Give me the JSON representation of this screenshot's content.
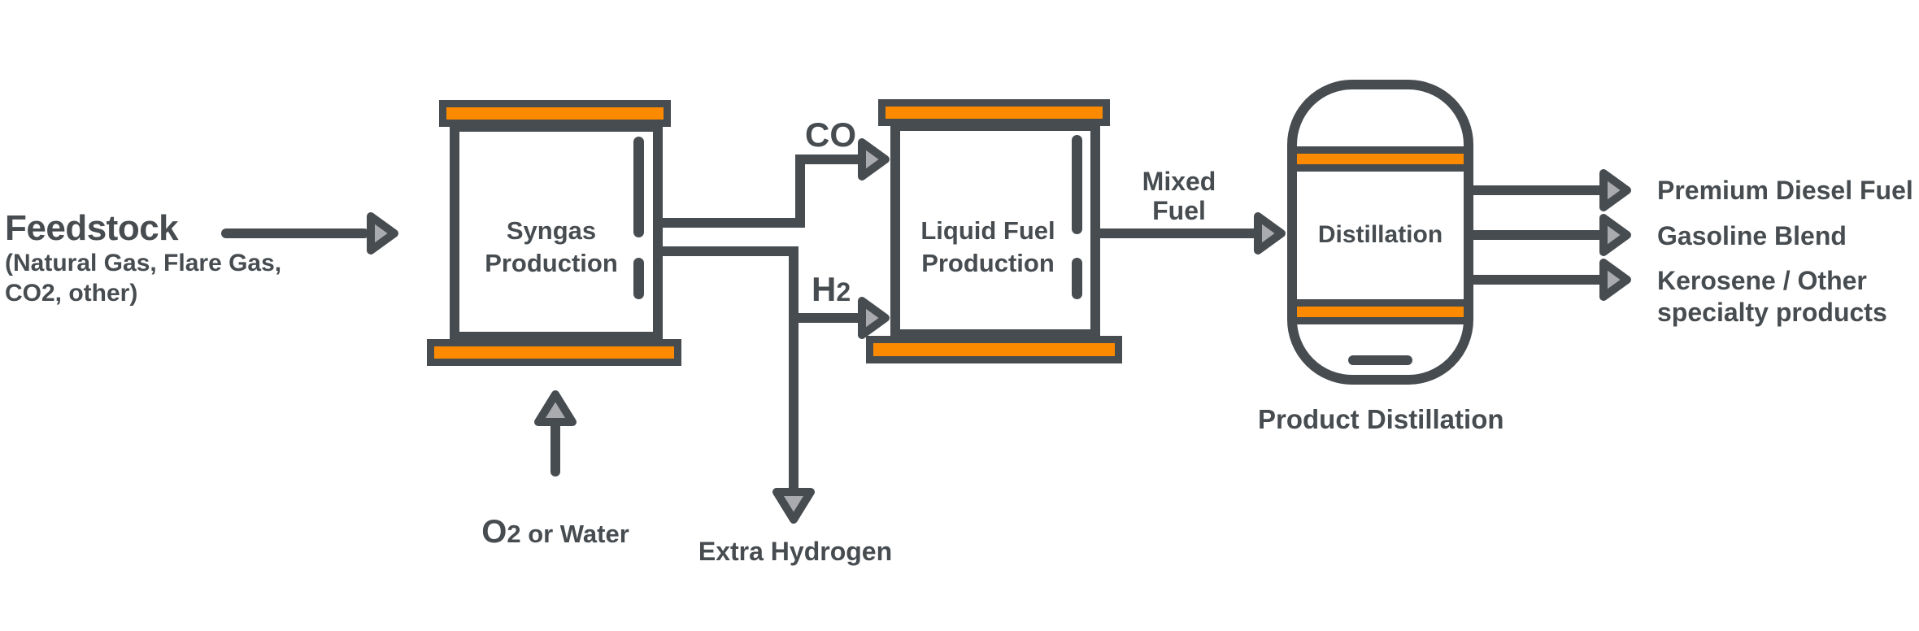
{
  "colors": {
    "dark": "#474C50",
    "orange": "#FC8A00",
    "arrow_fill": "#A9ABAE",
    "background": "#FFFFFF"
  },
  "icons": {
    "arrowhead_right": "triangle-right",
    "arrowhead_up": "triangle-up",
    "arrowhead_down": "triangle-down"
  },
  "feedstock": {
    "title": "Feedstock",
    "subtitle_line1": "(Natural Gas, Flare Gas,",
    "subtitle_line2": "CO2, other)"
  },
  "syngas": {
    "label_line1": "Syngas",
    "label_line2": "Production"
  },
  "o2_water": {
    "o": "O",
    "two": "2",
    "rest": " or Water"
  },
  "streams": {
    "co": "CO",
    "h2_main": "H",
    "h2_sub": "2",
    "extra_hydrogen": "Extra Hydrogen",
    "mixed_fuel_line1": "Mixed",
    "mixed_fuel_line2": "Fuel"
  },
  "liquid_fuel": {
    "label_line1": "Liquid Fuel",
    "label_line2": "Production"
  },
  "distillation": {
    "label": "Distillation",
    "caption": "Product Distillation"
  },
  "outputs": [
    {
      "label": "Premium Diesel Fuel"
    },
    {
      "label": "Gasoline Blend"
    },
    {
      "label_line1": "Kerosene / Other",
      "label_line2": "specialty products"
    }
  ]
}
